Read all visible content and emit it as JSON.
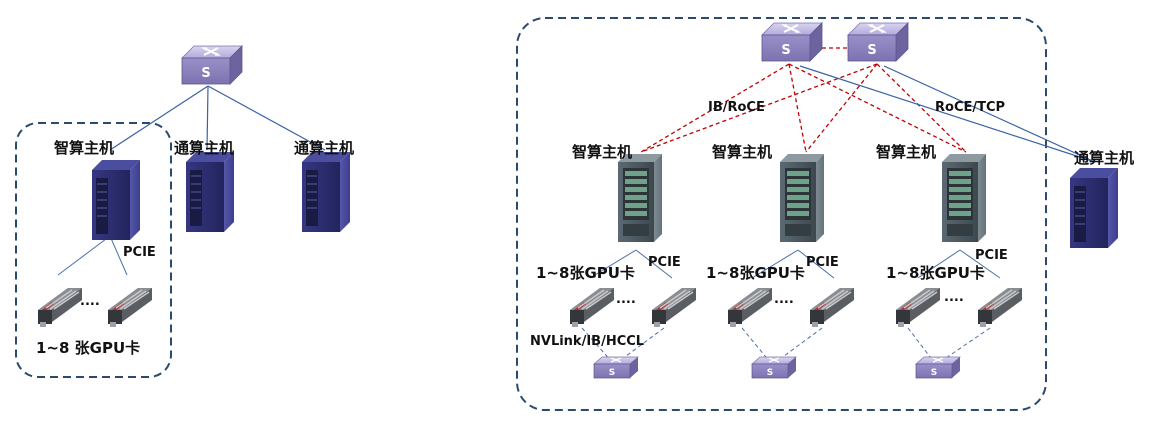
{
  "colors": {
    "boundary": "#2a4a6e",
    "solid_link": "#3a62a6",
    "dashed_link": "#c00000",
    "gpu_link": "#4a6fa8",
    "switch": "#9d93c8",
    "server_legacy": "#2b2d6b",
    "server_rack": "#4e5d66"
  },
  "icons": {
    "switch": "switch-icon",
    "server": "server-icon",
    "rack": "rack-server-icon",
    "gpu": "gpu-card-icon"
  },
  "left": {
    "compute_host": "智算主机",
    "general_host_1": "通算主机",
    "general_host_2": "通算主机",
    "pcie": "PCIE",
    "dots": "....",
    "gpu_count": "1~8 张GPU卡"
  },
  "right": {
    "protocol_ib": "IB/RoCE",
    "protocol_tcp": "RoCE/TCP",
    "compute_host_1": "智算主机",
    "compute_host_2": "智算主机",
    "compute_host_3": "智算主机",
    "general_host": "通算主机",
    "pcie_1": "PCIE",
    "pcie_2": "PCIE",
    "pcie_3": "PCIE",
    "gpu_count_1": "1~8张GPU卡",
    "gpu_count_2": "1~8张GPU卡",
    "gpu_count_3": "1~8张GPU卡",
    "dots_1": "....",
    "dots_2": "....",
    "dots_3": "....",
    "interconnect": "NVLink/IB/HCCL"
  }
}
